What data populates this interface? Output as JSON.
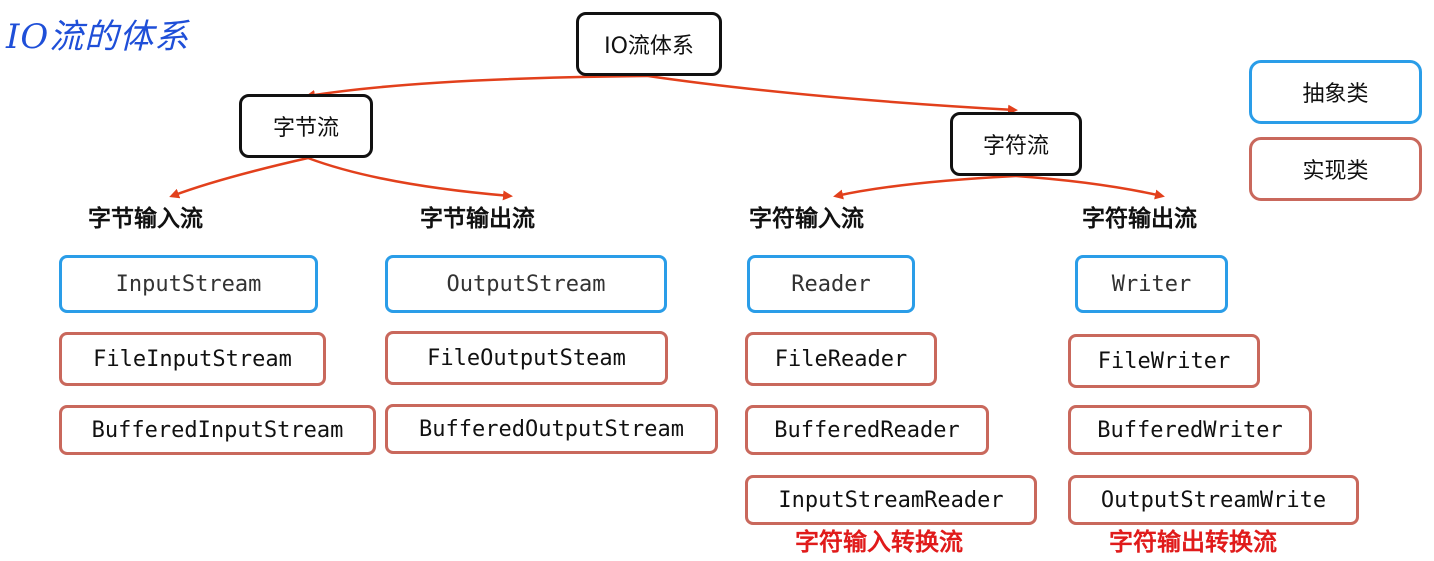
{
  "title": "IO流的体系",
  "root": {
    "label": "IO流体系"
  },
  "legend": {
    "abstract_label": "抽象类",
    "impl_label": "实现类",
    "abstract_color": "#2a9de8",
    "impl_color": "#c9685c"
  },
  "arrow_color": "#e2401c",
  "categories": [
    {
      "label": "字节流"
    },
    {
      "label": "字符流"
    }
  ],
  "groups": [
    {
      "heading": "字节输入流",
      "abstract": "InputStream",
      "impls": [
        "FileInputStream",
        "BufferedInputStream"
      ]
    },
    {
      "heading": "字节输出流",
      "abstract": "OutputStream",
      "impls": [
        "FileOutputSteam",
        "BufferedOutputStream"
      ]
    },
    {
      "heading": "字符输入流",
      "abstract": "Reader",
      "impls": [
        "FileReader",
        "BufferedReader",
        "InputStreamReader"
      ],
      "note": "字符输入转换流"
    },
    {
      "heading": "字符输出流",
      "abstract": "Writer",
      "impls": [
        "FileWriter",
        "BufferedWriter",
        "OutputStreamWrite"
      ],
      "note": "字符输出转换流"
    }
  ]
}
